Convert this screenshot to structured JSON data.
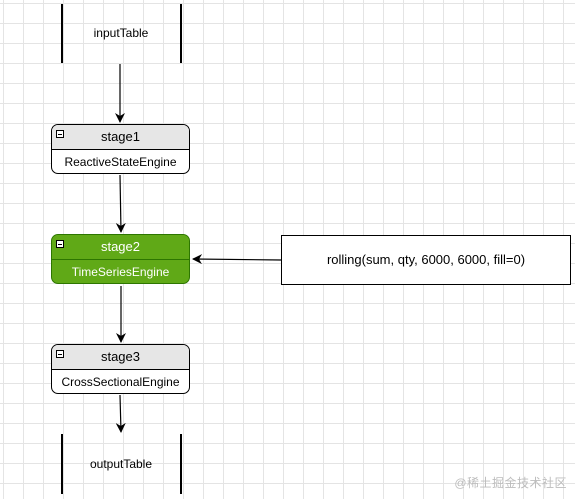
{
  "diagram": {
    "input_table": "inputTable",
    "output_table": "outputTable",
    "stages": [
      {
        "title": "stage1",
        "engine": "ReactiveStateEngine"
      },
      {
        "title": "stage2",
        "engine": "TimeSeriesEngine"
      },
      {
        "title": "stage3",
        "engine": "CrossSectionalEngine"
      }
    ],
    "annotation": "rolling(sum, qty, 6000, 6000, fill=0)"
  },
  "colors": {
    "active_stage_fill": "#60a917",
    "active_stage_border": "#2d7600",
    "stage_header_fill": "#e6e6e6"
  },
  "watermark": "@稀土掘金技术社区"
}
